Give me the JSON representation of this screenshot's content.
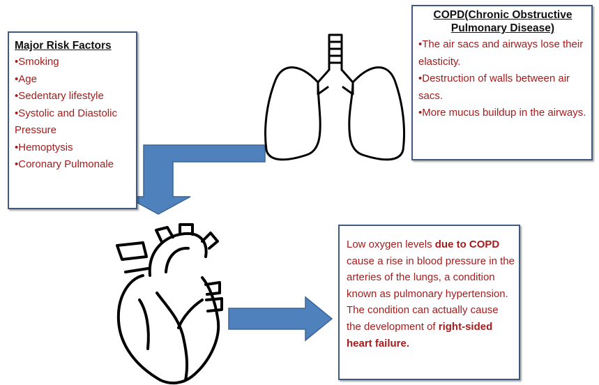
{
  "risk_factors": {
    "title": "Major Risk Factors",
    "items": [
      "•Smoking",
      "•Age",
      "•Sedentary lifestyle",
      "•Systolic and Diastolic Pressure",
      "•Hemoptysis",
      "•Coronary Pulmonale"
    ]
  },
  "copd": {
    "title": "COPD(Chronic Obstructive Pulmonary Disease)",
    "items": [
      "•The air sacs and airways lose their elasticity.",
      "•Destruction of walls between air sacs.",
      "•More mucus buildup in the airways."
    ]
  },
  "effect": {
    "text_1": "Low oxygen levels ",
    "bold_1": "due to COPD",
    "text_2": " cause a rise in blood pressure in the arteries of the lungs, a condition known as pulmonary hypertension. The condition can actually cause the development of ",
    "bold_2": "right-sided heart failure."
  },
  "colors": {
    "box_border": "#3e5a80",
    "arrow_fill": "#4f81bd",
    "body_text": "#a41c1c",
    "heading_text": "#111111"
  },
  "icons": [
    "lungs-icon",
    "heart-icon",
    "elbow-arrow-icon",
    "right-arrow-icon"
  ]
}
